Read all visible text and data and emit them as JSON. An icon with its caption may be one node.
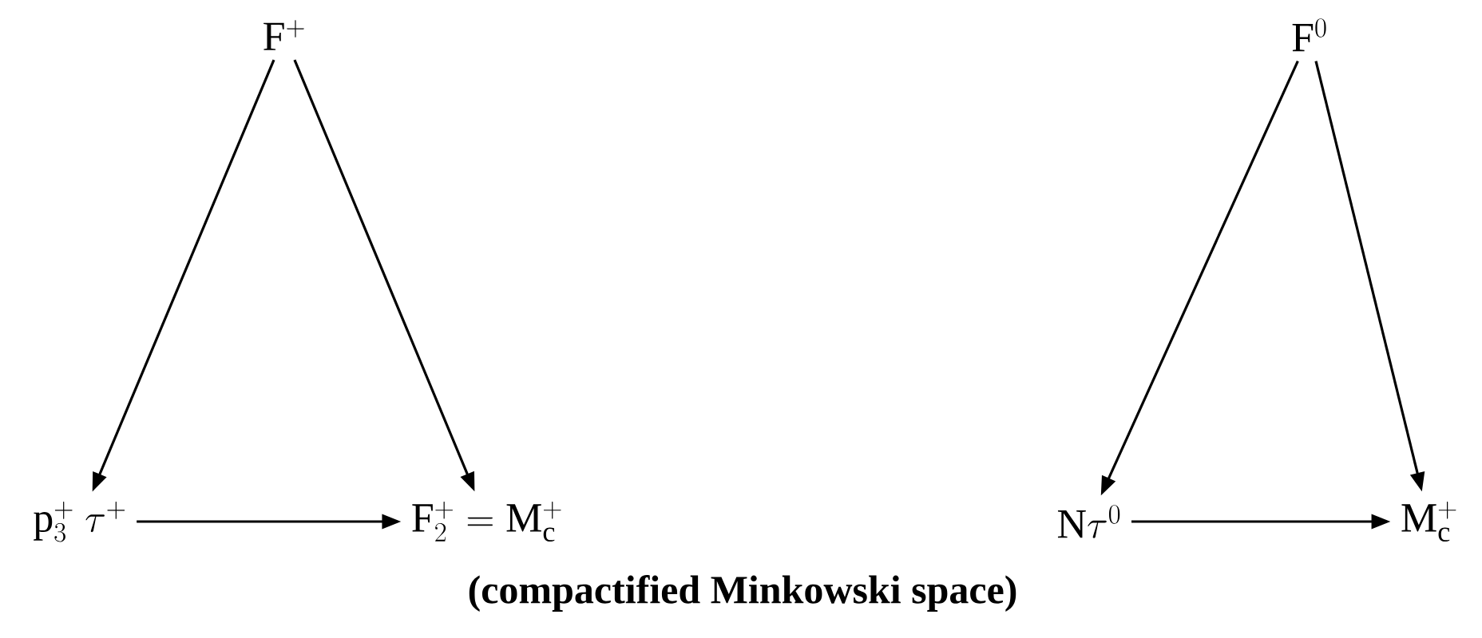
{
  "diagram": {
    "nodes": [
      {
        "text": [
          "\\mathrm{F}^{+}"
        ]
      },
      {
        "text": [
          "\\mathrm{p}_3^{+}\\ \\tau^{+}"
        ]
      },
      {
        "text": [
          "\\mathrm{F}_2^{+} = \\mathrm{M}_\\mathrm{c}^{+}"
        ]
      },
      {
        "text": [
          "\\mathrm{F}^{0}"
        ]
      },
      {
        "text": [
          "\\mathrm{N}\\tau^{0}"
        ]
      },
      {
        "text": [
          "\\mathrm{M}_\\mathrm{c}^{+}"
        ]
      }
    ],
    "edges": [
      {
        "from": 0,
        "to": 1,
        "arrow": "to"
      },
      {
        "from": 0,
        "to": 2,
        "arrow": "to"
      },
      {
        "from": 1,
        "to": 2,
        "arrow": "to"
      },
      {
        "from": 3,
        "to": 4,
        "arrow": "to"
      },
      {
        "from": 3,
        "to": 5,
        "arrow": "to"
      },
      {
        "from": 4,
        "to": 5,
        "arrow": "to"
      }
    ],
    "labels": [
      "(compactified Minkowski space)"
    ]
  }
}
